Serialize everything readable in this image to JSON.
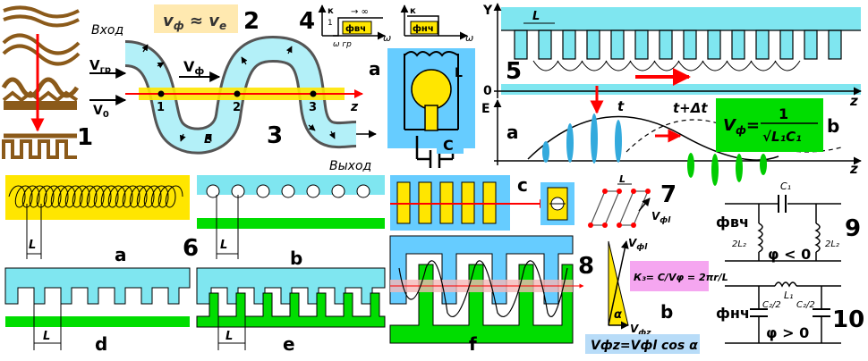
{
  "panel1": {
    "number": "1"
  },
  "panel2": {
    "formula_v": "v",
    "formula_sub1": "ф",
    "formula_approx": " ≈ ",
    "formula_sub2": "e",
    "number": "2"
  },
  "panel3": {
    "input_label": "Вход",
    "output_label": "Выход",
    "v_gr_main": "V",
    "v_gr_sub": "гр",
    "v_f_main": "V",
    "v_f_sub": "ф",
    "v_0_main": "V",
    "v_0_sub": "0",
    "e_label": "E",
    "z_label": "z",
    "points": [
      "1",
      "2",
      "3"
    ],
    "number": "3"
  },
  "panel4": {
    "number": "4",
    "k_label": "к",
    "one_label": "1",
    "inf_label": "→ ∞",
    "hpf_box": "фвч",
    "lpf_box": "фнч",
    "omega": "ω",
    "omega_gr": "ω гр"
  },
  "panel_a_resonator": {
    "letter": "a",
    "L": "L",
    "C": "C"
  },
  "panel5": {
    "number": "5",
    "Y": "Y",
    "E": "E",
    "z": "z",
    "zero": "0",
    "L": "L",
    "a": "a",
    "b": "b",
    "t": "t",
    "t_dt": "t+Δt",
    "formula_lhs": "V",
    "formula_sub": "ф",
    "formula_eq": "=",
    "formula_num": "1",
    "formula_den": "√L₁C₁",
    "accent": "#00dd00"
  },
  "panel6": {
    "number": "6",
    "a": "a",
    "b": "b",
    "d": "d",
    "e": "e",
    "f": "f",
    "L": "L"
  },
  "panel_c_bottom": {
    "letter": "c"
  },
  "panel7": {
    "number": "7",
    "L": "L",
    "v_main": "V",
    "v_sub": "фl"
  },
  "panel8": {
    "number": "8",
    "b": "b",
    "alpha": "α",
    "v_l_main": "V",
    "v_l_sub": "фl",
    "v_z_main": "V",
    "v_z_sub": "фz",
    "k_formula": "К₃= C/Vφ = 2πr/L",
    "bottom_formula": "Vфz=Vфl cos α"
  },
  "panel9": {
    "number": "9",
    "label": "фвч",
    "c1": "C₁",
    "l2a": "2L₂",
    "l2b": "2L₂",
    "phi": "φ < 0"
  },
  "panel10": {
    "number": "10",
    "label": "фнч",
    "l1": "L₁",
    "c2a": "C₂/2",
    "c2b": "C₂/2",
    "phi": "φ > 0"
  },
  "colors": {
    "cyan": "#7fe6f0",
    "sky": "#66ccff",
    "yellow": "#ffe600",
    "green": "#00dd00",
    "brown": "#8b5a1a",
    "red": "#ff0000",
    "pink": "#f4b8b8",
    "lilac": "#f5a6f0",
    "note": "#ffe9b0"
  }
}
